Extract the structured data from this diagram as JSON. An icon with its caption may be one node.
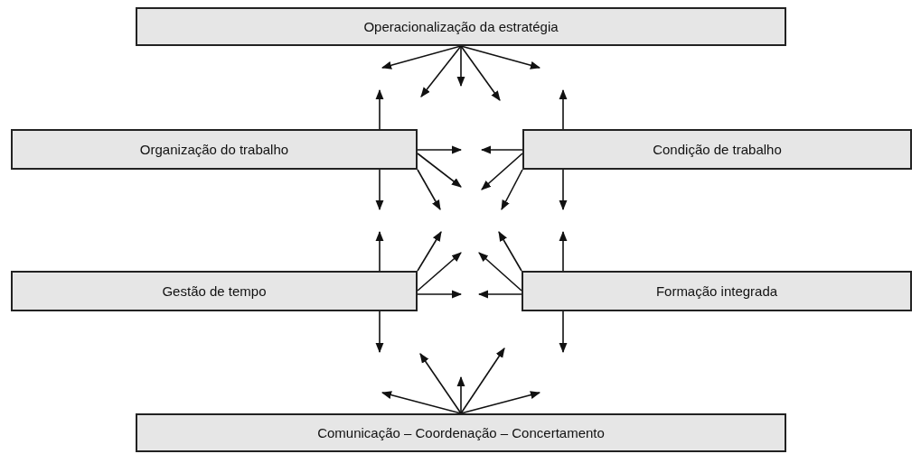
{
  "diagram": {
    "nodes": [
      {
        "text": [
          "Operacionalização da estratégia"
        ]
      },
      {
        "text": [
          "Organização do trabalho"
        ]
      },
      {
        "text": [
          "Condição de trabalho"
        ]
      },
      {
        "text": [
          "Gestão de tempo"
        ]
      },
      {
        "text": [
          "Formação integrada"
        ]
      },
      {
        "text": [
          "Comunicação – Coordenação – Concertamento"
        ]
      }
    ],
    "edges": [
      {
        "from": 0,
        "to": null,
        "arrow": "to"
      },
      {
        "from": 0,
        "to": null,
        "arrow": "to"
      },
      {
        "from": 0,
        "to": null,
        "arrow": "to"
      },
      {
        "from": 0,
        "to": null,
        "arrow": "to"
      },
      {
        "from": 0,
        "to": null,
        "arrow": "to"
      },
      {
        "from": 1,
        "to": null,
        "arrow": "to"
      },
      {
        "from": 1,
        "to": null,
        "arrow": "to"
      },
      {
        "from": 1,
        "to": null,
        "arrow": "to"
      },
      {
        "from": 1,
        "to": null,
        "arrow": "to"
      },
      {
        "from": 1,
        "to": null,
        "arrow": "to"
      },
      {
        "from": 2,
        "to": null,
        "arrow": "to"
      },
      {
        "from": 2,
        "to": null,
        "arrow": "to"
      },
      {
        "from": 2,
        "to": null,
        "arrow": "to"
      },
      {
        "from": 2,
        "to": null,
        "arrow": "to"
      },
      {
        "from": 2,
        "to": null,
        "arrow": "to"
      },
      {
        "from": 3,
        "to": null,
        "arrow": "to"
      },
      {
        "from": 3,
        "to": null,
        "arrow": "to"
      },
      {
        "from": 3,
        "to": null,
        "arrow": "to"
      },
      {
        "from": 3,
        "to": null,
        "arrow": "to"
      },
      {
        "from": 3,
        "to": null,
        "arrow": "to"
      },
      {
        "from": 4,
        "to": null,
        "arrow": "to"
      },
      {
        "from": 4,
        "to": null,
        "arrow": "to"
      },
      {
        "from": 4,
        "to": null,
        "arrow": "to"
      },
      {
        "from": 4,
        "to": null,
        "arrow": "to"
      },
      {
        "from": 4,
        "to": null,
        "arrow": "to"
      },
      {
        "from": 5,
        "to": null,
        "arrow": "to"
      },
      {
        "from": 5,
        "to": null,
        "arrow": "to"
      },
      {
        "from": 5,
        "to": null,
        "arrow": "to"
      },
      {
        "from": 5,
        "to": null,
        "arrow": "to"
      },
      {
        "from": 5,
        "to": null,
        "arrow": "to"
      }
    ]
  }
}
